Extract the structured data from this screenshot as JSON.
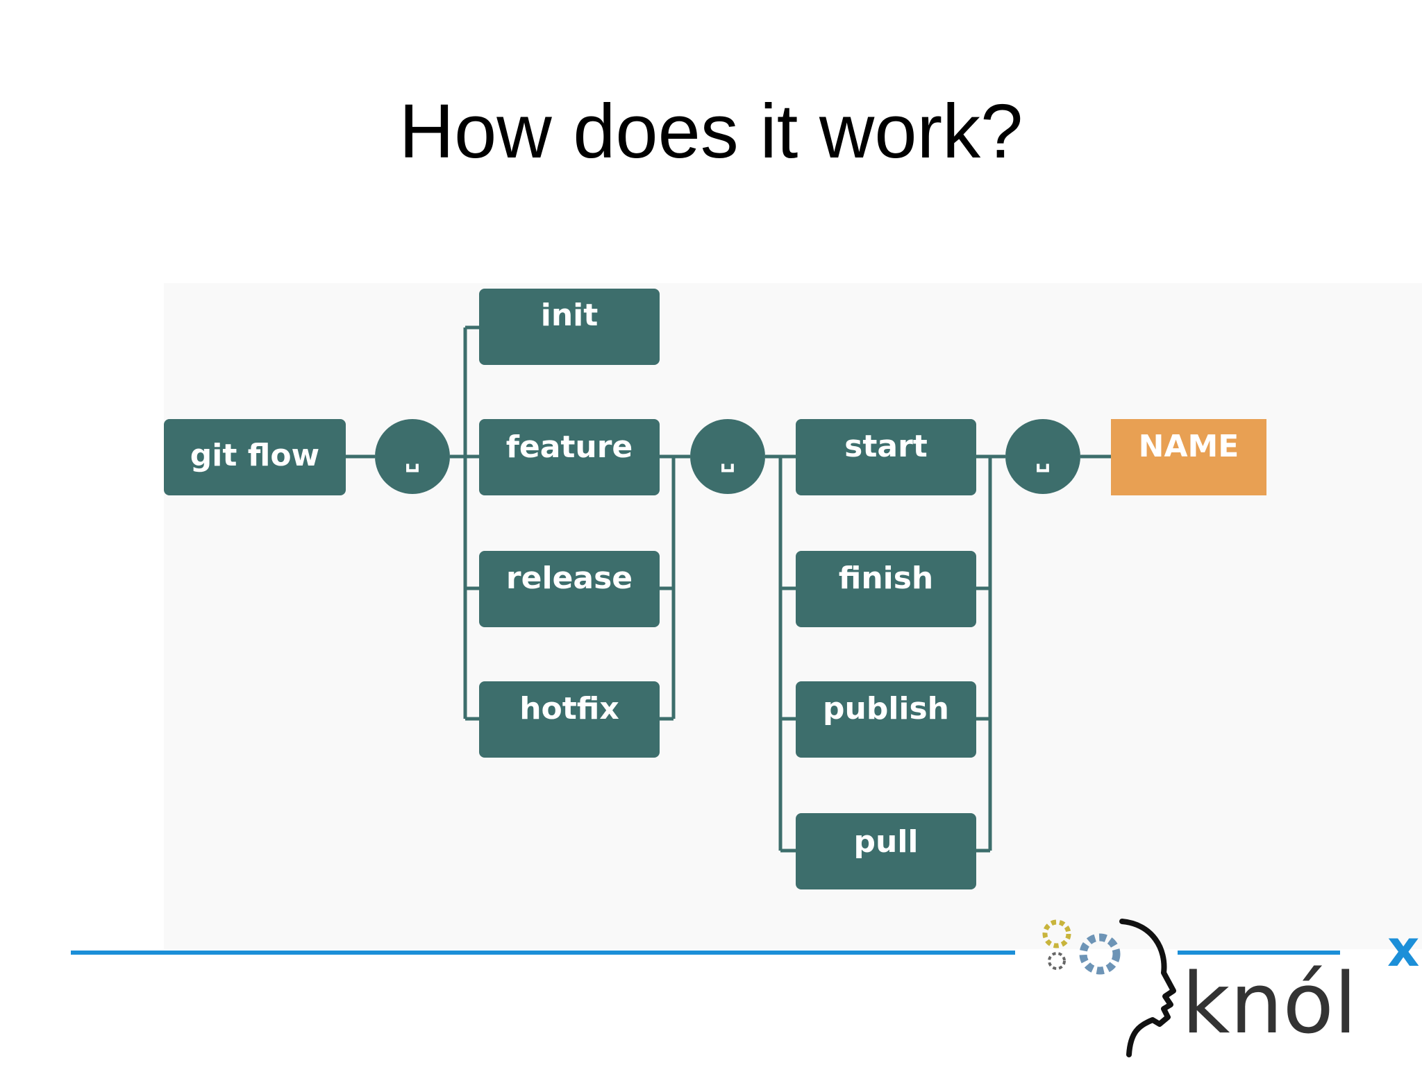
{
  "slide": {
    "title": "How does it work?"
  },
  "diagram": {
    "root": "git flow",
    "separator_glyph": "␣",
    "subcommands": [
      "init",
      "feature",
      "release",
      "hotfix"
    ],
    "actions": [
      "start",
      "finish",
      "publish",
      "pull"
    ],
    "argument": "NAME",
    "colors": {
      "node": "#3d6e6c",
      "argument": "#e8a053",
      "line": "#3d6e6c"
    }
  },
  "footer": {
    "logo": {
      "text": "knól",
      "superscript": "x",
      "icon": "gears-head-icon"
    },
    "rule_color": "#1c8fd8"
  }
}
